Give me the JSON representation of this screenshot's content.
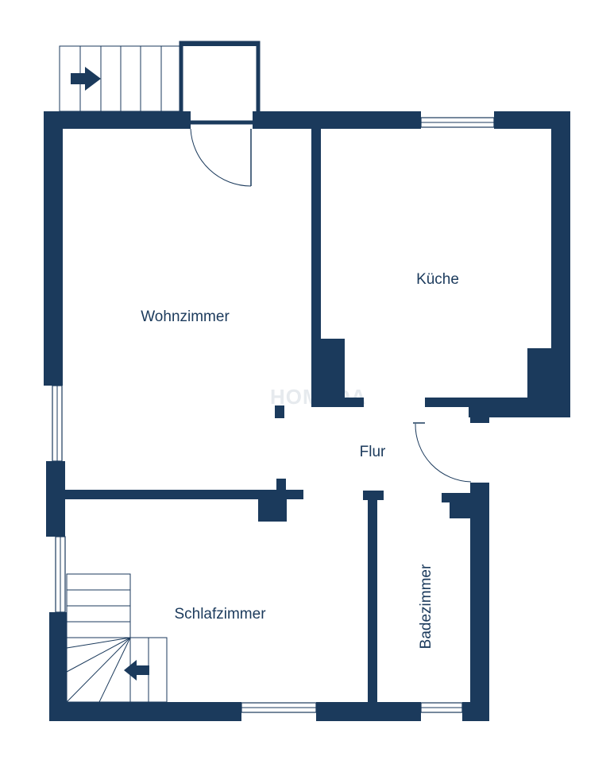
{
  "colors": {
    "wall": "#1b3a5c",
    "background": "#ffffff",
    "watermark": "#e6eaee"
  },
  "watermark": "HOMEDA",
  "rooms": {
    "wohnzimmer": "Wohnzimmer",
    "kueche": "Küche",
    "flur": "Flur",
    "schlafzimmer": "Schlafzimmer",
    "badezimmer": "Badezimmer"
  },
  "icons": [
    "arrow-right-icon",
    "arrow-left-icon"
  ]
}
